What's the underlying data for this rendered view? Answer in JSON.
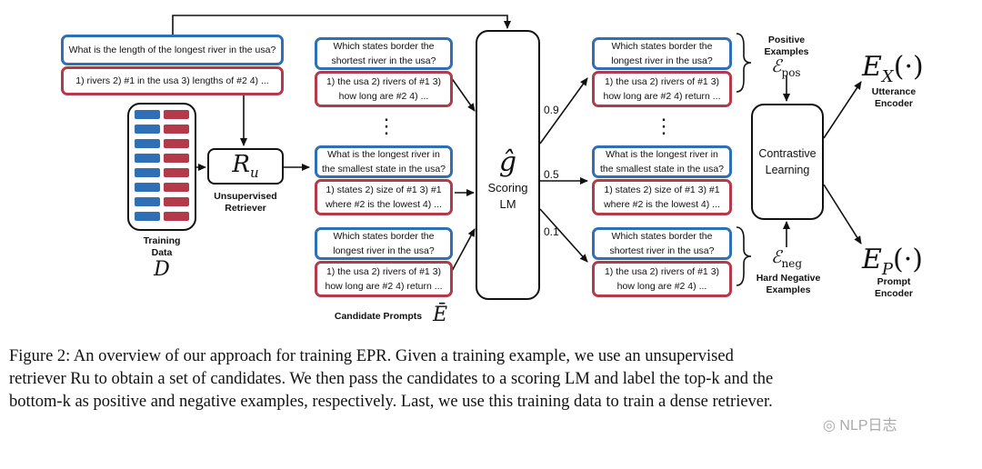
{
  "query": {
    "question": "What is the length of the longest river in the usa?",
    "program": "1) rivers 2) #1 in the usa 3) lengths of #2 4) ..."
  },
  "training_data": {
    "label": "Training\nData",
    "symbol": "D"
  },
  "retriever": {
    "symbol": "Ru",
    "label": "Unsupervised\nRetriever"
  },
  "candidates": [
    {
      "question": "Which states border the\nshortest river in the usa?",
      "program": "1) the usa 2) rivers of #1 3)\nhow long are #2 4) ..."
    },
    {
      "question": "What is the longest river in\nthe smallest state in the usa?",
      "program": "1) states 2) size of #1 3) #1\nwhere #2 is the lowest 4) ..."
    },
    {
      "question": "Which states border the\nlongest river in the usa?",
      "program": "1) the usa 2) rivers of #1 3)\nhow long are #2 4) return ..."
    }
  ],
  "dots": "⋮",
  "candidate_label": "Candidate Prompts",
  "candidate_symbol": "Ē",
  "scoring": {
    "symbol": "ĝ",
    "label": "Scoring\nLM"
  },
  "scores": [
    "0.9",
    "0.5",
    "0.1"
  ],
  "ranked": [
    {
      "question": "Which states border the\nlongest river in the usa?",
      "program": "1) the usa 2) rivers of #1 3)\nhow long are #2 4) return ..."
    },
    {
      "question": "What is the longest river in\nthe smallest state in the usa?",
      "program": "1) states 2) size of #1 3) #1\nwhere #2 is the lowest 4) ..."
    },
    {
      "question": "Which states border the\nshortest river in the usa?",
      "program": "1) the usa 2) rivers of #1 3)\nhow long are #2 4) ..."
    }
  ],
  "positive": {
    "label": "Positive\nExamples",
    "symbol": "ℰ",
    "sub": "pos"
  },
  "negative": {
    "label": "Hard Negative\nExamples",
    "symbol": "ℰ",
    "sub": "neg"
  },
  "contrastive": {
    "label": "Contrastive\nLearning"
  },
  "utterance_encoder": {
    "symbol": "EX(·)",
    "label": "Utterance\nEncoder"
  },
  "prompt_encoder": {
    "symbol": "EP(·)",
    "label": "Prompt\nEncoder"
  },
  "caption": {
    "line1": "Figure 2: An overview of our approach for training EPR. Given a training example, we use an unsupervised",
    "line2": "retriever Ru to obtain a set of candidates. We then pass the candidates to a scoring LM and label the top-k and the",
    "line3": "bottom-k as positive and negative examples, respectively. Last, we use this training data to train a dense retriever."
  },
  "watermark": "NLP日志",
  "colors": {
    "blue": "#2f6fb5",
    "red": "#b33a4a",
    "black": "#111111"
  }
}
